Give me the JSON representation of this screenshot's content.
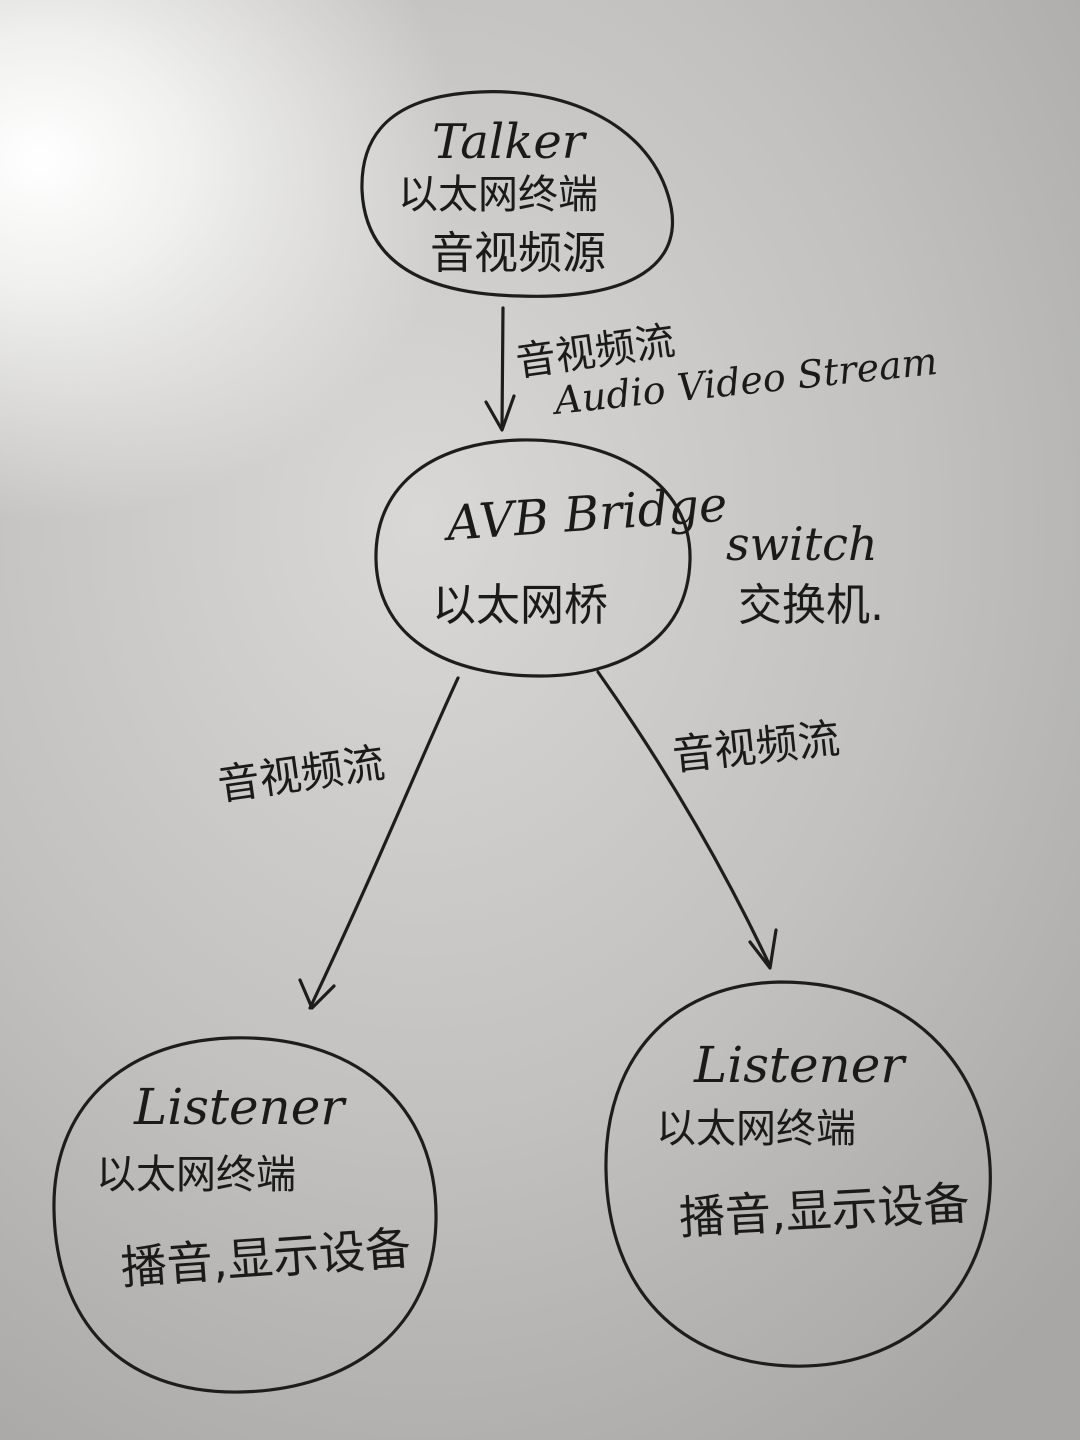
{
  "nodes": {
    "talker": {
      "name": "Talker",
      "line1": "以太网终端",
      "line2": "音视频源"
    },
    "bridge": {
      "name": "AVB Bridge",
      "line1": "以太网桥"
    },
    "listener_left": {
      "name": "Listener",
      "line1": "以太网终端",
      "line2": "播音,显示设备"
    },
    "listener_right": {
      "name": "Listener",
      "line1": "以太网终端",
      "line2": "播音,显示设备"
    }
  },
  "edges": {
    "talker_to_bridge": {
      "label_cn": "音视频流",
      "label_en": "Audio Video Stream"
    },
    "bridge_to_left": {
      "label_cn": "音视频流"
    },
    "bridge_to_right": {
      "label_cn": "音视频流"
    }
  },
  "annotations": {
    "switch_en": "switch",
    "switch_cn": "交换机."
  }
}
